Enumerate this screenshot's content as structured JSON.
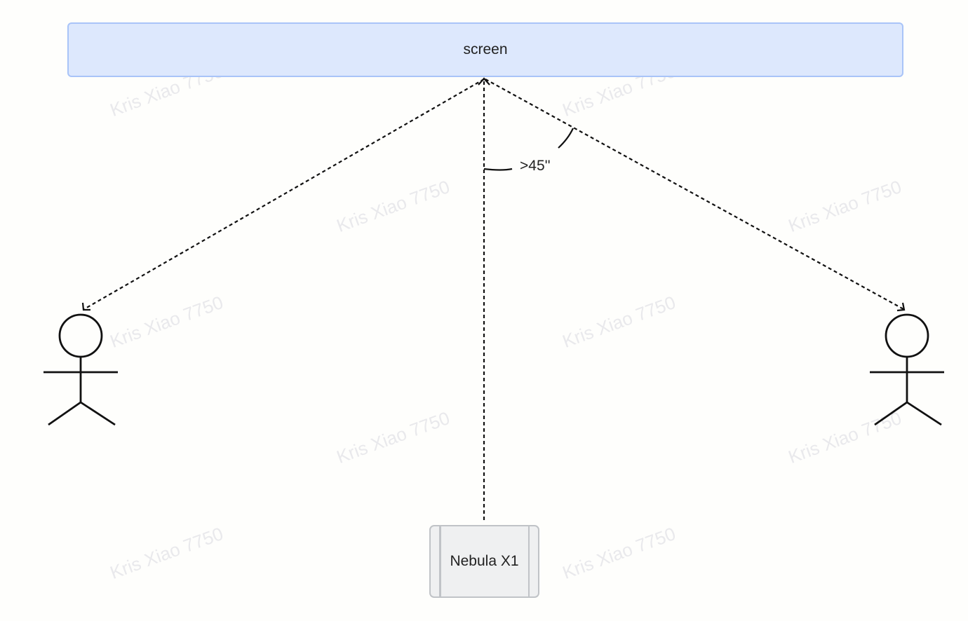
{
  "watermark": "Kris Xiao 7750",
  "screen_label": "screen",
  "projector_label": "Nebula X1",
  "angle_label": ">45''",
  "colors": {
    "screen_fill": "#dde8fd",
    "screen_border": "#a9c4f8",
    "projector_fill": "#eff0f1",
    "projector_border": "#c0c3c7"
  }
}
